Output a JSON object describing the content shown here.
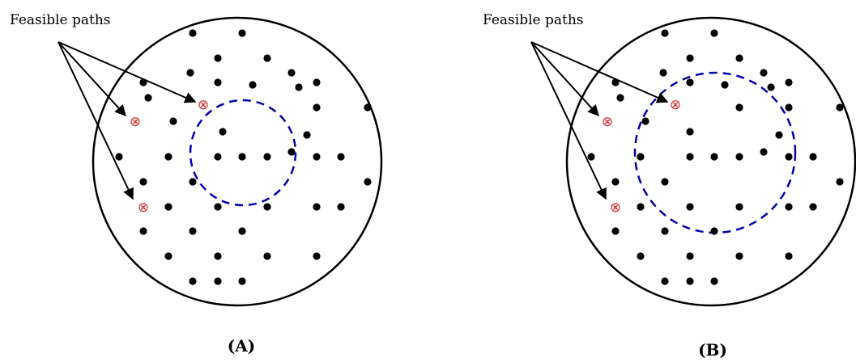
{
  "colors": {
    "outline": "#000000",
    "dot": "#000000",
    "dashed_circle": "#0000aa",
    "infeasible_marker": "#d42a2a",
    "background": "#ffffff"
  },
  "panels": [
    {
      "id": "A",
      "callout_label": "Feasible paths",
      "sublabel": "(A)",
      "marker_symbol": "⊗"
    },
    {
      "id": "B",
      "callout_label": "Feasible paths",
      "sublabel": "(B)",
      "marker_symbol": "⊗"
    }
  ]
}
